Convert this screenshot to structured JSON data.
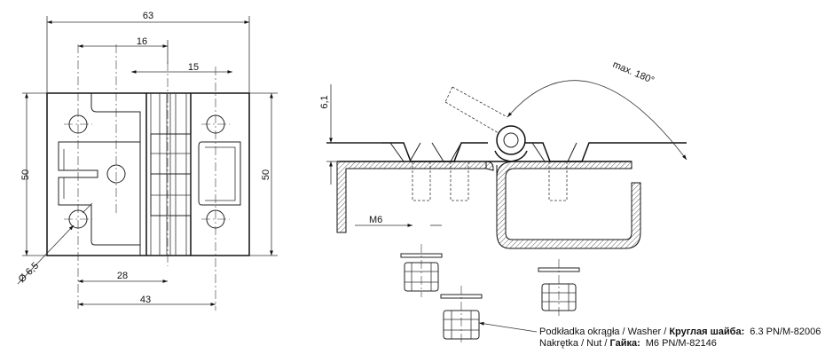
{
  "dimensions": {
    "width_63": "63",
    "dist_16": "16",
    "dist_15": "15",
    "height_50_left": "50",
    "height_50_right": "50",
    "hole_diameter": "Ø 6,5",
    "dist_28": "28",
    "dist_43": "43",
    "thickness": "6,1",
    "thread": "M6",
    "angle": "max. 180°"
  },
  "legend": {
    "washer": {
      "names": "Podkładka okrągła / Washer / ",
      "names_bold": "Круглая шайба:",
      "code": "6.3 PN/M-82006"
    },
    "nut": {
      "names": "Nakrętka / Nut / ",
      "names_bold": "Гайка:",
      "code": "M6 PN/M-82146"
    }
  }
}
